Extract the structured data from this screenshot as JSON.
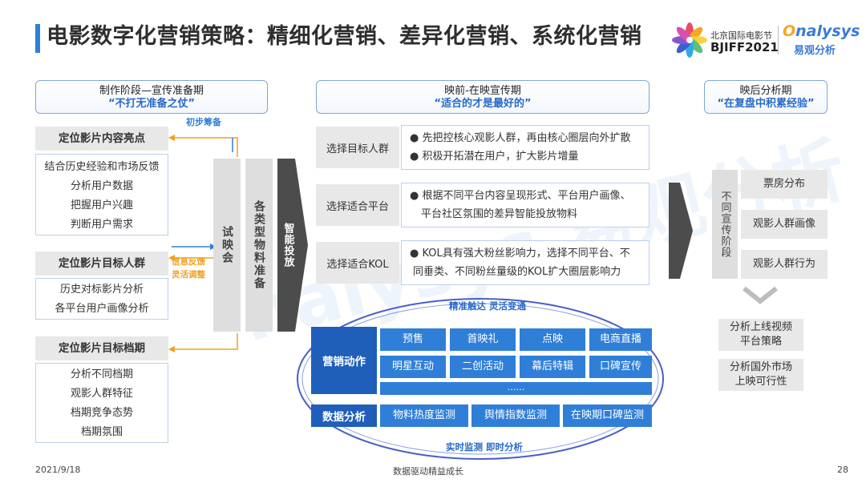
{
  "header": {
    "title": "电影数字化营销策略：精细化营销、差异化营销、系统化营销",
    "logo_bjiff_cn": "北京国际电影节",
    "logo_bjiff_en": "BJIFF2021",
    "logo_analysys_prefix": "",
    "logo_analysys_o": "O",
    "logo_analysys_rest": "nalysys",
    "logo_analysys_cn": "易观分析"
  },
  "watermark": "nalysys 易观分析",
  "left_stage": {
    "header": "制作阶段—宣传准备期",
    "slogan": "“不打无准备之仗”",
    "flow_label_top": "初步筹备",
    "flow_label_mid_1": "信息反馈",
    "flow_label_mid_2": "灵活调整",
    "sections": [
      {
        "title": "定位影片内容亮点",
        "items": [
          "结合历史经验和市场反馈",
          "分析用户数据",
          "把握用户兴趣",
          "判断用户需求"
        ]
      },
      {
        "title": "定位影片目标人群",
        "items": [
          "历史对标影片分析",
          "各平台用户画像分析"
        ]
      },
      {
        "title": "定位影片目标档期",
        "items": [
          "分析不同档期",
          "观影人群特征",
          "档期竞争态势",
          "档期氛围"
        ]
      }
    ],
    "col_trial": "试映会",
    "col_materials": "各类型物料准备",
    "col_smart": "智能投放"
  },
  "mid_stage": {
    "header": "映前-在映宣传期",
    "slogan": "“适合的才是最好的”",
    "rows": [
      {
        "label": "选择目标人群",
        "bullets": [
          "● 先把控核心观影人群，再由核心圈层向外扩散",
          "● 积极开拓潜在用户，扩大影片增量"
        ]
      },
      {
        "label": "选择适合平台",
        "bullets": [
          "● 根据不同平台内容呈现形式、平台用户画像、",
          "平台社区氛围的差异智能投放物料"
        ]
      },
      {
        "label": "选择适合KOL",
        "bullets": [
          "● KOL具有强大粉丝影响力，选择不同平台、不",
          "同垂类、不同粉丝量级的KOL扩大圈层影响力"
        ]
      }
    ],
    "top_caption": "精准触达  灵活变通",
    "bottom_caption": "实时监测  即时分析",
    "marketing_label": "营销动作",
    "marketing_actions": [
      "预售",
      "首映礼",
      "点映",
      "电商直播",
      "明星互动",
      "二创活动",
      "幕后特辑",
      "口碑宣传"
    ],
    "ellipsis": "……",
    "analysis_label": "数据分析",
    "analysis_items": [
      "物料热度监测",
      "舆情指数监测",
      "在映期口碑监测"
    ]
  },
  "right_stage": {
    "header": "映后分析期",
    "slogan": "“在复盘中积累经验”",
    "vertical_label": "不同宣传阶段",
    "items": [
      "票房分布",
      "观影人群画像",
      "观影人群行为"
    ],
    "bottom_items": [
      [
        "分析上线视频",
        "平台策略"
      ],
      [
        "分析国外市场",
        "上映可行性"
      ]
    ]
  },
  "footer": {
    "date": "2021/9/18",
    "center": "数据驱动精益成长",
    "page": "28"
  },
  "colors": {
    "accent_blue": "#2f7fd8",
    "deep_blue": "#1f5fba",
    "orange": "#f0a020"
  }
}
